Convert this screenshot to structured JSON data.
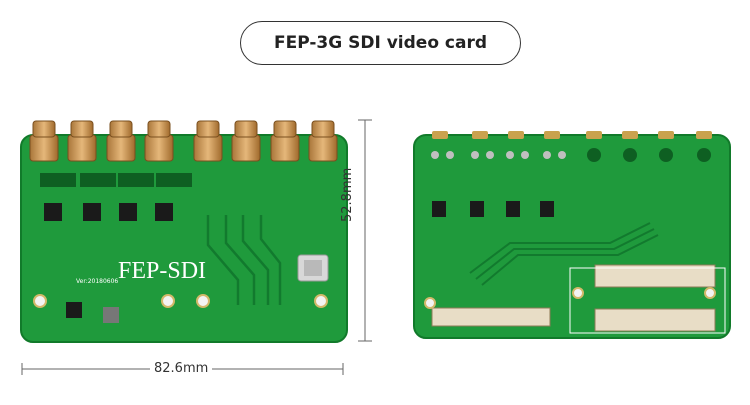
{
  "title": "FEP-3G SDI video card",
  "dimensions": {
    "height": "52.8mm",
    "width": "82.6mm"
  },
  "front_board": {
    "silkscreen_name": "FEP-SDI",
    "version_text": "Ver:20180606"
  }
}
